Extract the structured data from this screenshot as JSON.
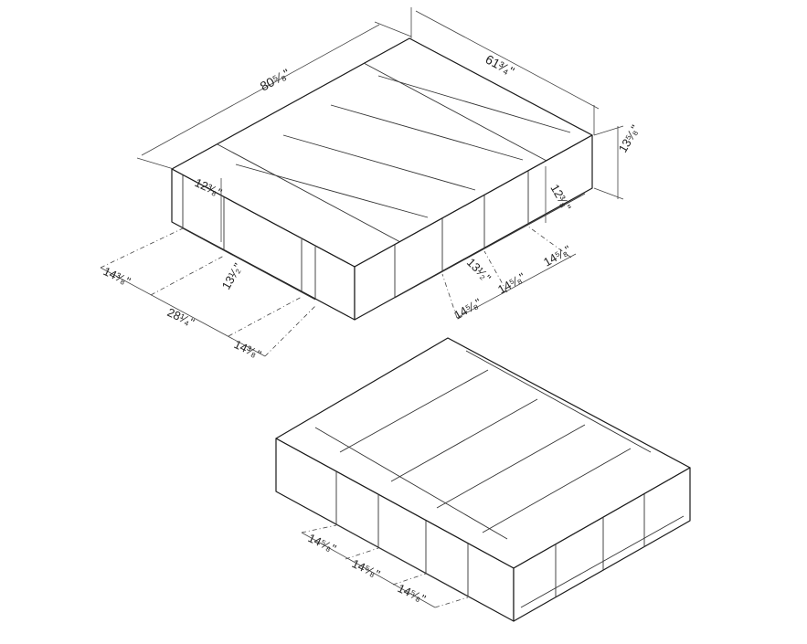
{
  "colors": {
    "line": "#1a1a1a",
    "dimension": "#444444",
    "background": "#ffffff"
  },
  "top_view": {
    "overall_length": "80⁵⁄₈\"",
    "overall_width": "61³⁄₄\"",
    "overall_height": "13⁵⁄₈\"",
    "left_inner_height": "12³⁄₈\"",
    "right_inner_height": "12³⁄₈\"",
    "left_drawer_depth": "13¹⁄₂\"",
    "right_drawer_depth": "13¹⁄₂\"",
    "left_end_opening_a": "14³⁄₈\"",
    "left_middle_opening": "28¹⁄₄\"",
    "left_end_opening_b": "14³⁄₈\"",
    "front_opening_1": "14⁵⁄₈\"",
    "front_opening_2": "14⁵⁄₈\"",
    "front_opening_3": "14⁵⁄₈\""
  },
  "bottom_view": {
    "opening_1": "14⁵⁄₈\"",
    "opening_2": "14⁵⁄₈\"",
    "opening_3": "14⁵⁄₈\""
  }
}
